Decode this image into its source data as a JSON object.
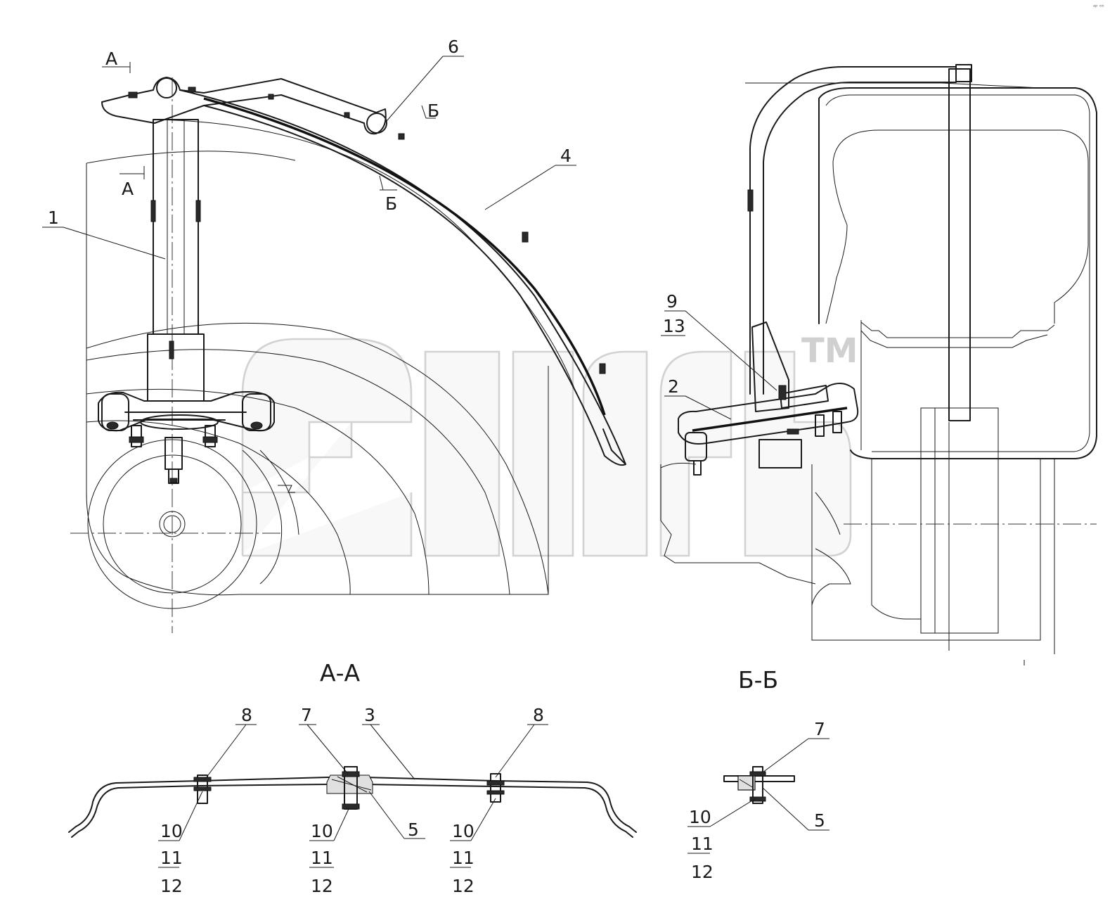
{
  "callouts": {
    "c1": "1",
    "c2": "2",
    "c4": "4",
    "c6": "6",
    "c9": "9",
    "c13": "13",
    "aa_c8a": "8",
    "aa_c7": "7",
    "aa_c3": "3",
    "aa_c8b": "8",
    "aa_c5": "5",
    "aa_c10a": "10",
    "aa_c11a": "11",
    "aa_c12a": "12",
    "aa_c10b": "10",
    "aa_c11b": "11",
    "aa_c12b": "12",
    "aa_c10c": "10",
    "aa_c11c": "11",
    "aa_c12c": "12",
    "bb_c7": "7",
    "bb_c5": "5",
    "bb_c10": "10",
    "bb_c11": "11",
    "bb_c12": "12"
  },
  "section_marks": {
    "a_top": "А",
    "a_bottom": "А",
    "b_top": "Б",
    "b_bottom": "Б"
  },
  "section_titles": {
    "aa": "А-А",
    "bb": "Б-Б"
  },
  "watermark": {
    "text": "ƐΠ",
    "tm": "TM"
  },
  "corner_mark": "ᵃᵖ ᵒᵒ"
}
